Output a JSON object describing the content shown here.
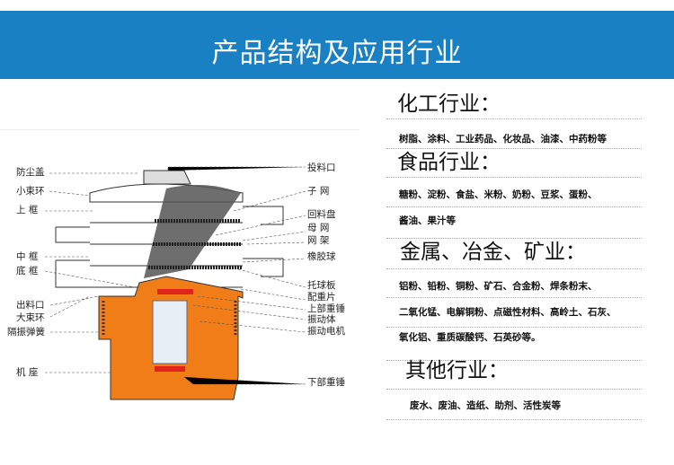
{
  "header": {
    "title": "产品结构及应用行业"
  },
  "diagram": {
    "left_labels": [
      "防尘盖",
      "小束环",
      "上  框",
      "中  框",
      "底  框",
      "出料口",
      "大束环",
      "隔振弹簧",
      "机  座"
    ],
    "right_labels": [
      "投料口",
      "子  网",
      "回料盘",
      "母  网",
      "网  架",
      "橡胶球",
      "托球板",
      "配重片",
      "上部重锤",
      "振动体",
      "振动电机",
      "下部重锤"
    ]
  },
  "industries": [
    {
      "heading": "化工行业：",
      "lines": [
        "树脂、涂料、工业药品、化妆品、油漆、中药粉等"
      ]
    },
    {
      "heading": "食品行业：",
      "lines": [
        "糖粉、淀粉、食盐、米粉、奶粉、豆浆、蛋粉、",
        "酱油、果汁等"
      ]
    },
    {
      "heading": "金属、冶金、矿业：",
      "lines": [
        "铝粉、铅粉、铜粉、矿石、合金粉、焊条粉末、",
        "二氧化锰、电解铜粉、点磁性材料、高岭土、石灰、",
        "氧化铝、重质碳酸钙、石英砂等。"
      ]
    },
    {
      "heading": "其他行业：",
      "lines": [
        "废水、废油、造纸、助剂、活性炭等"
      ]
    }
  ],
  "colors": {
    "banner": "#1a80c4",
    "body": "#f07d17",
    "weight": "#e0231b"
  }
}
